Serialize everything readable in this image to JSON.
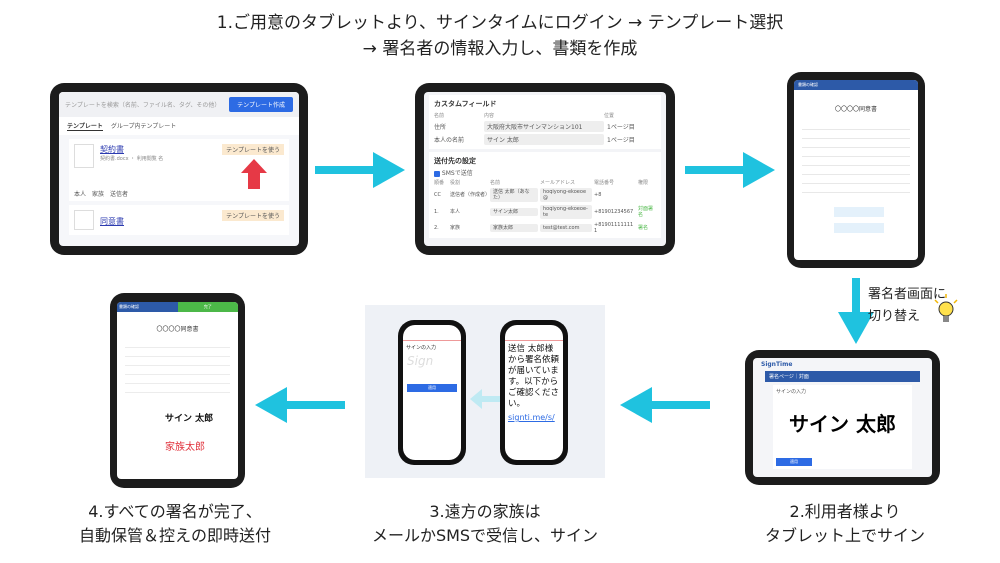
{
  "title": {
    "line1": "1.ご用意のタブレットより、サインタイムにログイン → テンプレート選択",
    "line2": "→ 署名者の情報入力し、書類を作成"
  },
  "step1": {
    "search_placeholder": "テンプレートを検索（名前、ファイル名、タグ、その他）",
    "create_button": "テンプレート作成",
    "tabs": [
      "テンプレート",
      "グループ内テンプレート"
    ],
    "templates": [
      {
        "name": "契約書",
        "meta": "契約書.docx ・ 利用閲覧 名",
        "use": "テンプレートを使う"
      },
      {
        "name": "同意書",
        "use": "テンプレートを使う"
      }
    ],
    "roles": [
      "本人",
      "家族",
      "送信者"
    ]
  },
  "step1b": {
    "custom_title": "カスタムフィールド",
    "headers": [
      "名前",
      "内容",
      "位置"
    ],
    "fields": [
      {
        "name": "住所",
        "value": "大阪府大阪市サインマンション101",
        "pos": "1ページ目"
      },
      {
        "name": "本人の名前",
        "value": "サイン 太郎",
        "pos": "1ページ目"
      }
    ],
    "dest_title": "送付先の設定",
    "sms_label": "SMSで送信",
    "dest_headers": [
      "順番",
      "役割",
      "名前",
      "メールアドレス",
      "電話番号",
      "権限"
    ],
    "rows": [
      {
        "no": "CC",
        "role": "送信者（作成者）",
        "name": "送信 太郎（あなた）",
        "email": "hoqiyong-ekoeoe@",
        "phone": "+8",
        "perm": ""
      },
      {
        "no": "1.",
        "role": "本人",
        "name": "サイン太郎",
        "email": "hoqiyong-ekoeoe-te",
        "phone": "+81901234567",
        "perm": "対面署名"
      },
      {
        "no": "2.",
        "role": "家族",
        "name": "家族太郎",
        "email": "test@test.com",
        "phone": "+819011111111",
        "perm": "署名"
      }
    ]
  },
  "step1c": {
    "bar": "書類の確認",
    "doc_title": "〇〇〇〇同意書"
  },
  "switch": {
    "line1": "署名者画面に",
    "line2": "切り替え"
  },
  "step2": {
    "logo": "SignTime",
    "bar": "署名ページ｜対面",
    "panel": "サインの入力",
    "signature": "サイン 太郎",
    "submit": "適用",
    "caption1": "2.利用者様より",
    "caption2": "タブレット上でサイン"
  },
  "step3": {
    "sign_title": "サインの入力",
    "message": "送信 太郎様から署名依頼が届いています。以下からご確認ください。",
    "link": "signti.me/s/",
    "apply": "適用",
    "caption1": "3.遠方の家族は",
    "caption2": "メールかSMSで受信し、サイン"
  },
  "step4": {
    "bar_left": "書類の確認",
    "bar_right": "完了",
    "doc_title": "〇〇〇〇同意書",
    "sig1": "サイン 太郎",
    "sig2": "家族太郎",
    "caption1": "4.すべての署名が完了、",
    "caption2": "自動保管＆控えの即時送付"
  },
  "colors": {
    "arrow": "#1fc2df",
    "blue": "#2d6be4",
    "green": "#4cb848",
    "red": "#e0303a"
  }
}
